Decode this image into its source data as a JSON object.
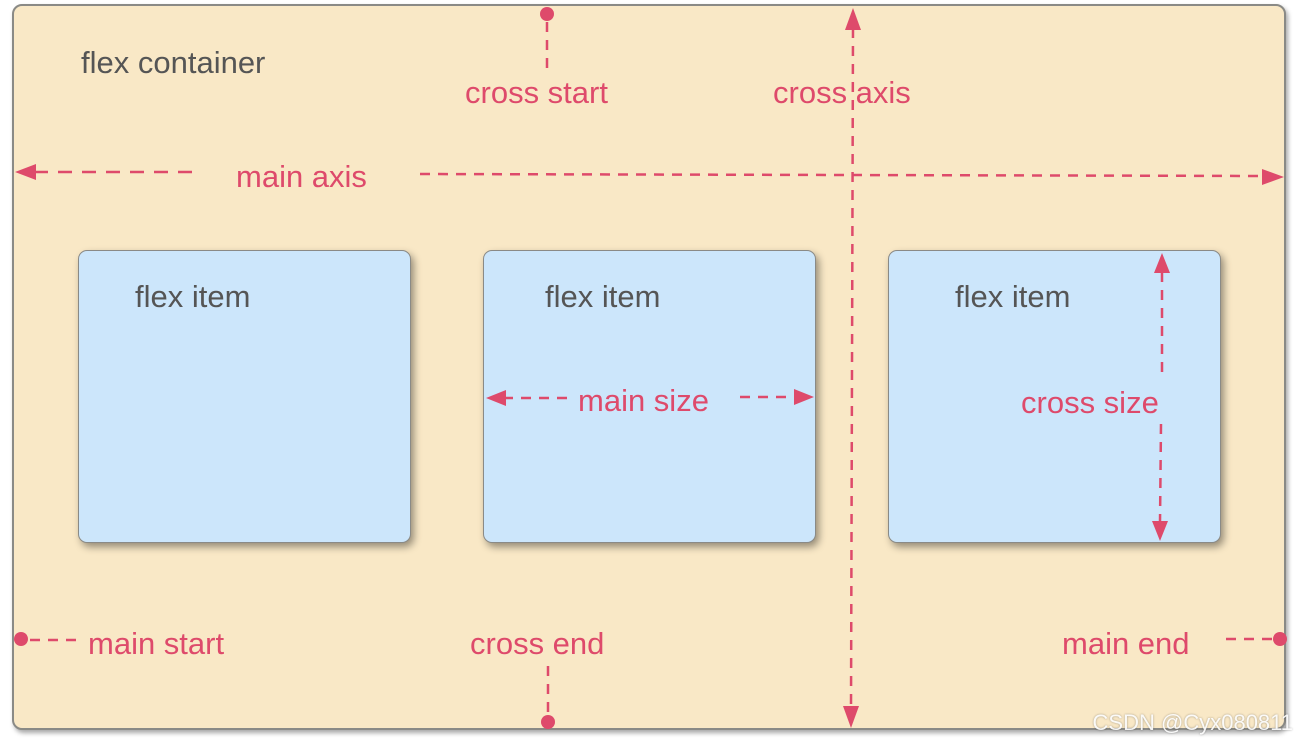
{
  "diagram": {
    "container_label": "flex container",
    "item_labels": [
      "flex item",
      "flex item",
      "flex item"
    ],
    "axis_labels": {
      "cross_start": "cross start",
      "cross_axis": "cross axis",
      "main_axis": "main axis",
      "main_size": "main size",
      "cross_size": "cross size",
      "main_start": "main start",
      "cross_end": "cross end",
      "main_end": "main end"
    },
    "colors": {
      "container_fill": "#f9e8c6",
      "item_fill": "#cce6fb",
      "annotation": "#de4a6b",
      "label_text": "#555555"
    }
  },
  "watermark": "CSDN @Cyx080811"
}
